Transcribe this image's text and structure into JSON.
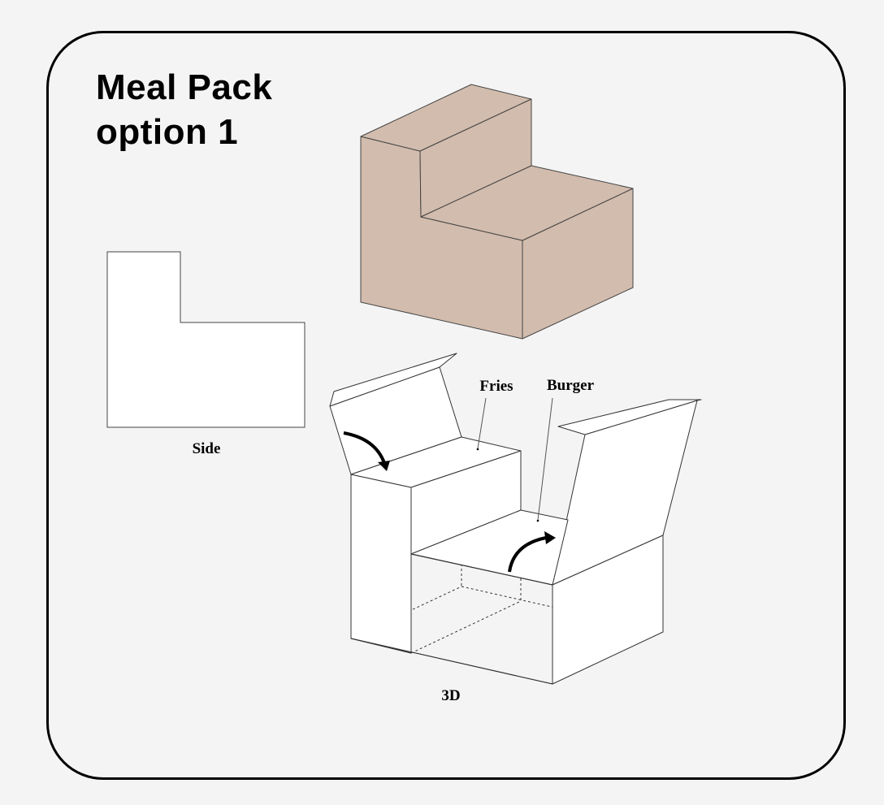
{
  "title": {
    "line1": "Meal Pack",
    "line2": "option 1"
  },
  "views": {
    "side_label": "Side",
    "three_d_label": "3D"
  },
  "callouts": {
    "fries": "Fries",
    "burger": "Burger"
  },
  "colors": {
    "background": "#f4f4f4",
    "box_fill": "#d2bcad",
    "outline": "#000000",
    "panel_fill": "#ffffff"
  },
  "icons": [
    "fold-arrow-icon",
    "fold-arrow-icon"
  ]
}
